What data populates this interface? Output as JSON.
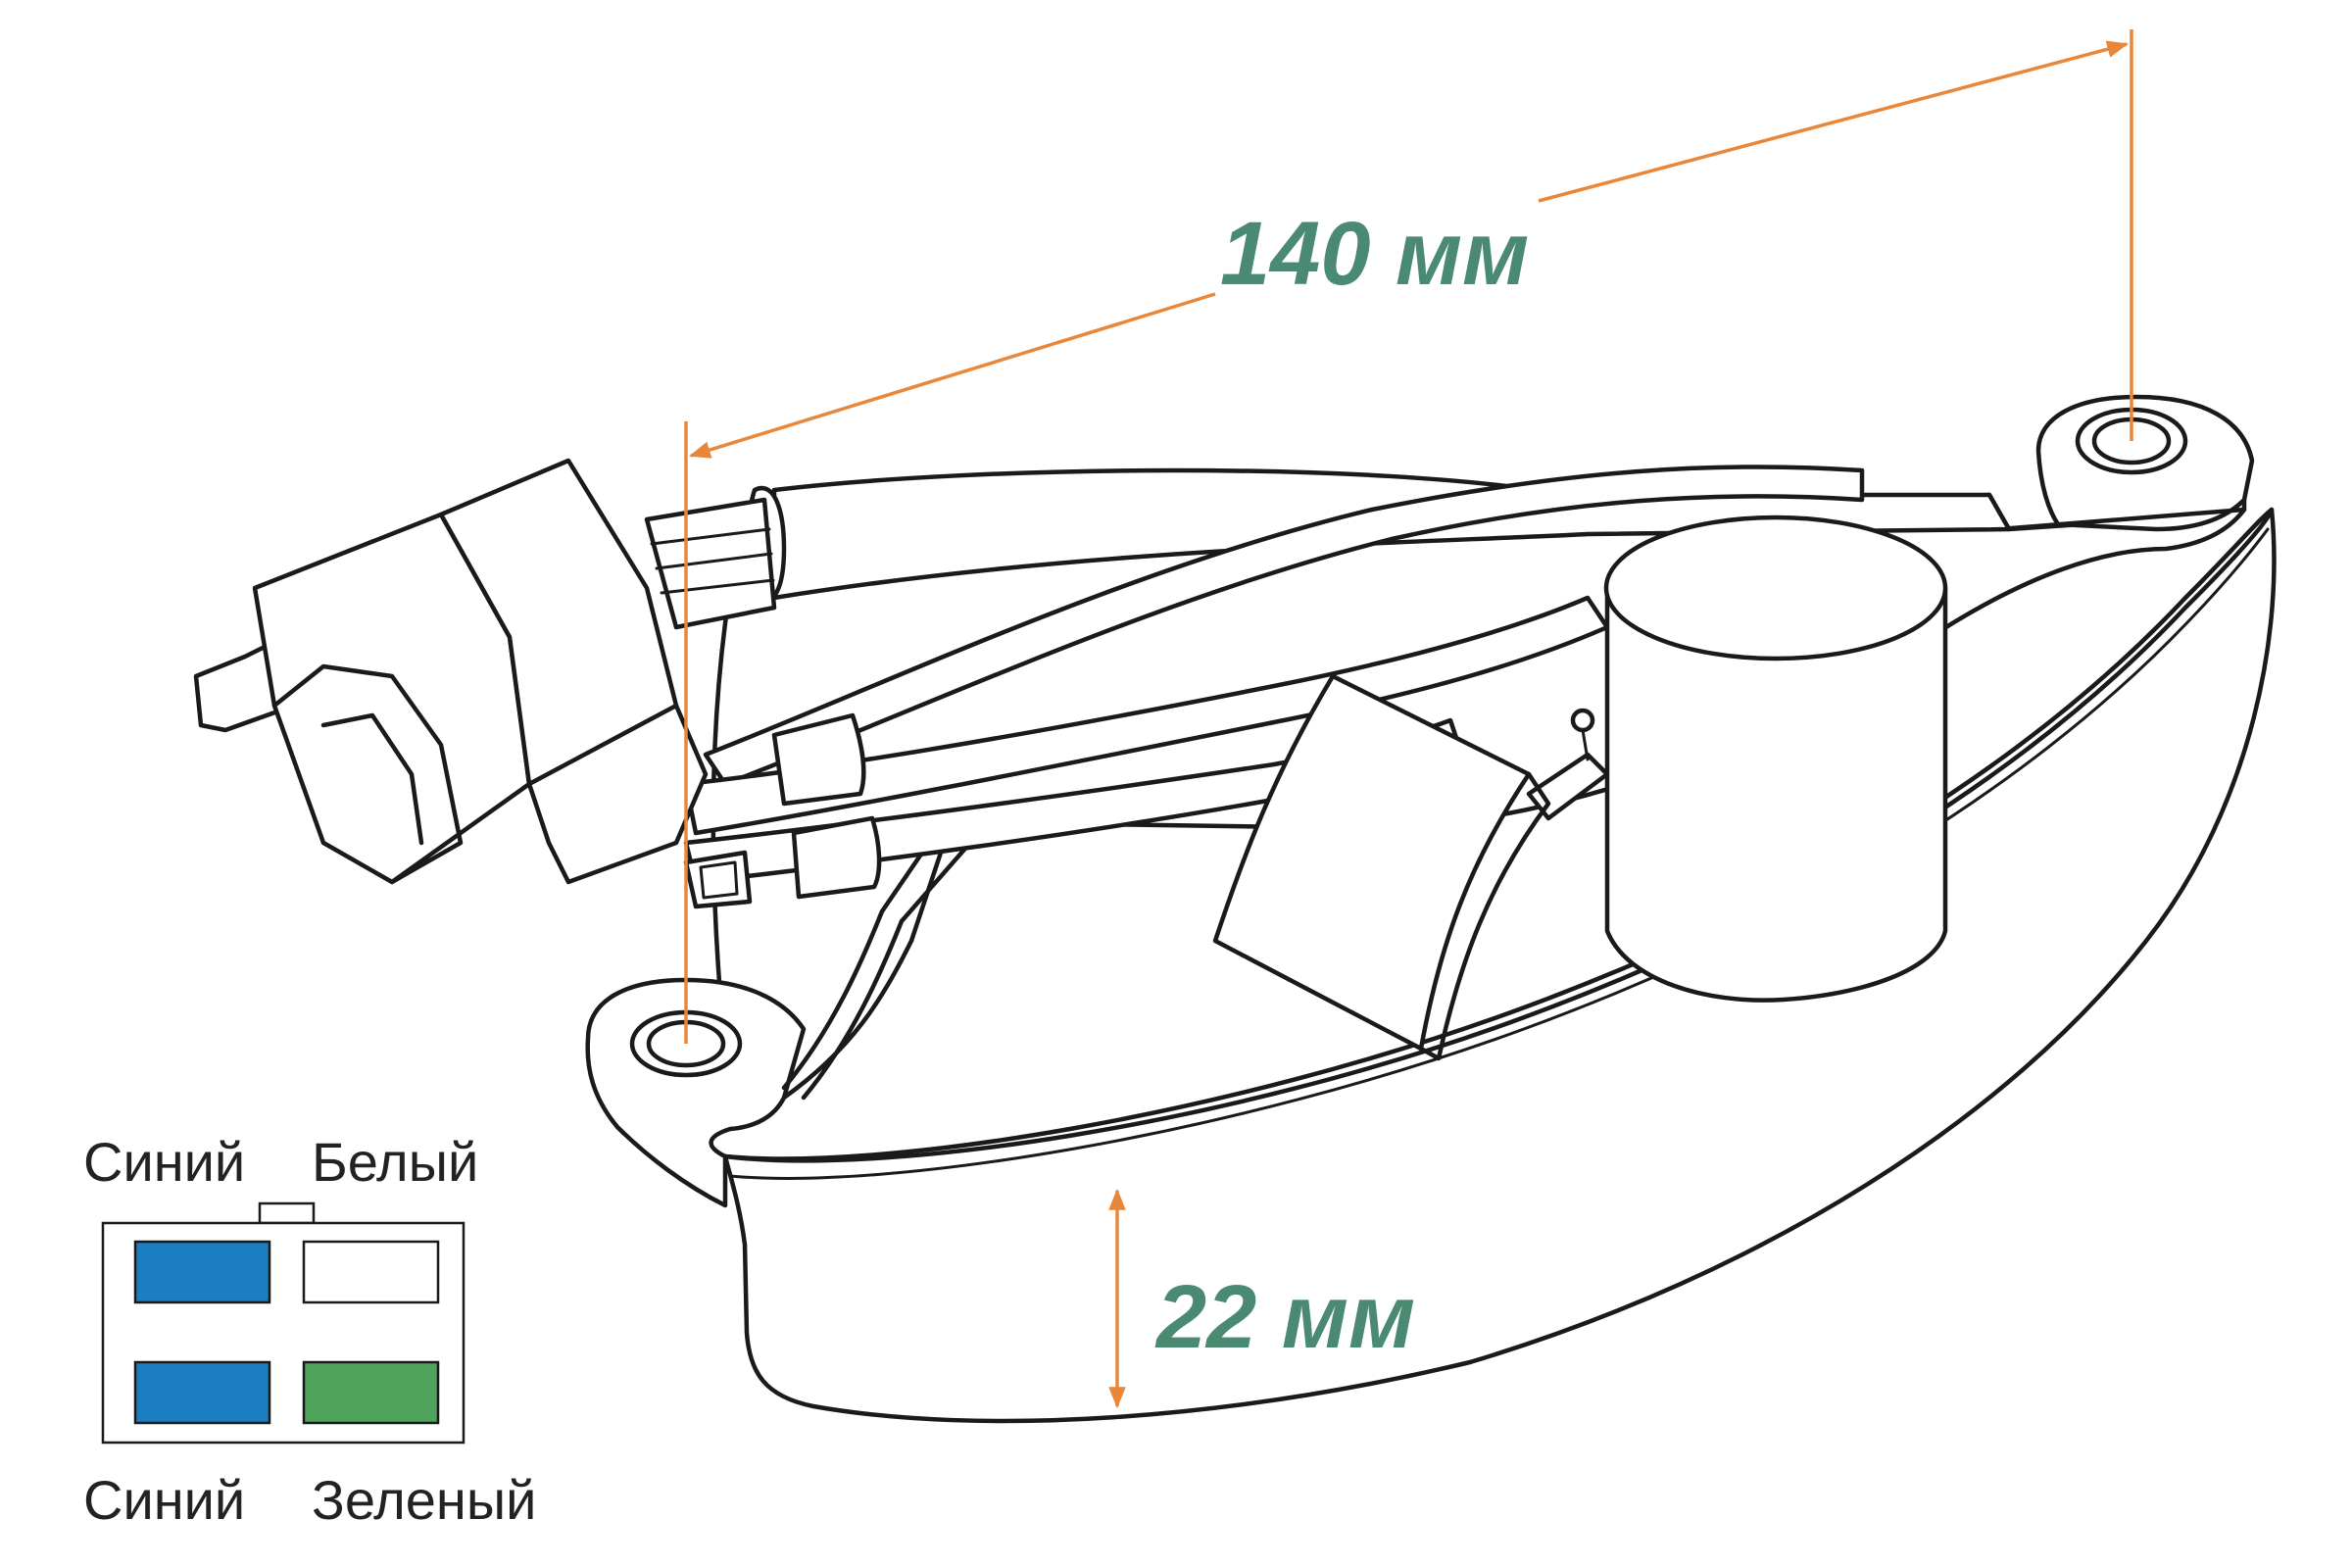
{
  "colors": {
    "dimension_line": "#e8873a",
    "dimension_text": "#4a8a72",
    "wire_blue": "#1b7ec0",
    "wire_white": "#ffffff",
    "wire_green": "#4fa35a",
    "outline": "#1a1a1a"
  },
  "dimensions": {
    "length": "140 мм",
    "height": "22 мм"
  },
  "connector_legend": {
    "top_left": "Синий",
    "top_right": "Белый",
    "bottom_left": "Синий",
    "bottom_right": "Зеленый"
  }
}
